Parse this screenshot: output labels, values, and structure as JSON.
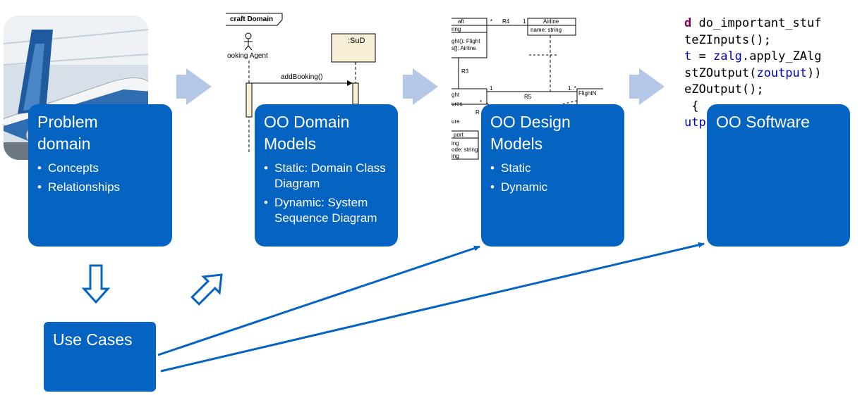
{
  "boxes": {
    "problem": {
      "title": "Problem domain",
      "bullets": [
        "Concepts",
        "Relationships"
      ]
    },
    "domain": {
      "title": "OO Domain Models",
      "bullets": [
        "Static: Domain Class Diagram",
        "Dynamic: System Sequence Diagram"
      ]
    },
    "design": {
      "title": "OO Design Models",
      "bullets": [
        "Static",
        "Dynamic"
      ]
    },
    "software": {
      "title": "OO Software",
      "bullets": []
    },
    "usecases": {
      "title": "Use Cases"
    }
  },
  "sequence_snippet": {
    "frame_label": "craft Domain",
    "actor_label": "ooking Agent",
    "lifeline_label": ":SuD",
    "message_label": "addBooking()"
  },
  "class_snippet": {
    "labels": [
      "aft",
      "*",
      "R4",
      "1",
      "Airline",
      "name: string",
      "ring",
      "ght(): Flight",
      "s[]: Airline",
      "R3",
      "ght",
      "1",
      "1..*",
      "R5",
      "FlightN",
      "ures",
      "*",
      "R",
      "ure",
      "port",
      "ing",
      "ode: string",
      "ing"
    ]
  },
  "code_snippet": {
    "lines": [
      [
        {
          "t": "d",
          "c": "kw"
        },
        {
          "t": " do_important_stuf",
          "c": ""
        }
      ],
      [
        {
          "t": "teZInputs();",
          "c": ""
        }
      ],
      [
        {
          "t": "t",
          "c": "vr"
        },
        {
          "t": " = ",
          "c": ""
        },
        {
          "t": "zalg",
          "c": "vr"
        },
        {
          "t": ".apply_ZAlg",
          "c": ""
        }
      ],
      [
        {
          "t": "stZOutput(",
          "c": ""
        },
        {
          "t": "zoutput",
          "c": "vr"
        },
        {
          "t": "))",
          "c": ""
        }
      ],
      [
        {
          "t": "eZOutput();",
          "c": ""
        }
      ],
      [
        {
          "t": " {",
          "c": ""
        }
      ],
      [
        {
          "t": "utp",
          "c": "vr"
        }
      ]
    ]
  },
  "colors": {
    "box": "#0563c1",
    "chevron": "#b4c7e7",
    "outline_arrow": "#0563c1"
  }
}
